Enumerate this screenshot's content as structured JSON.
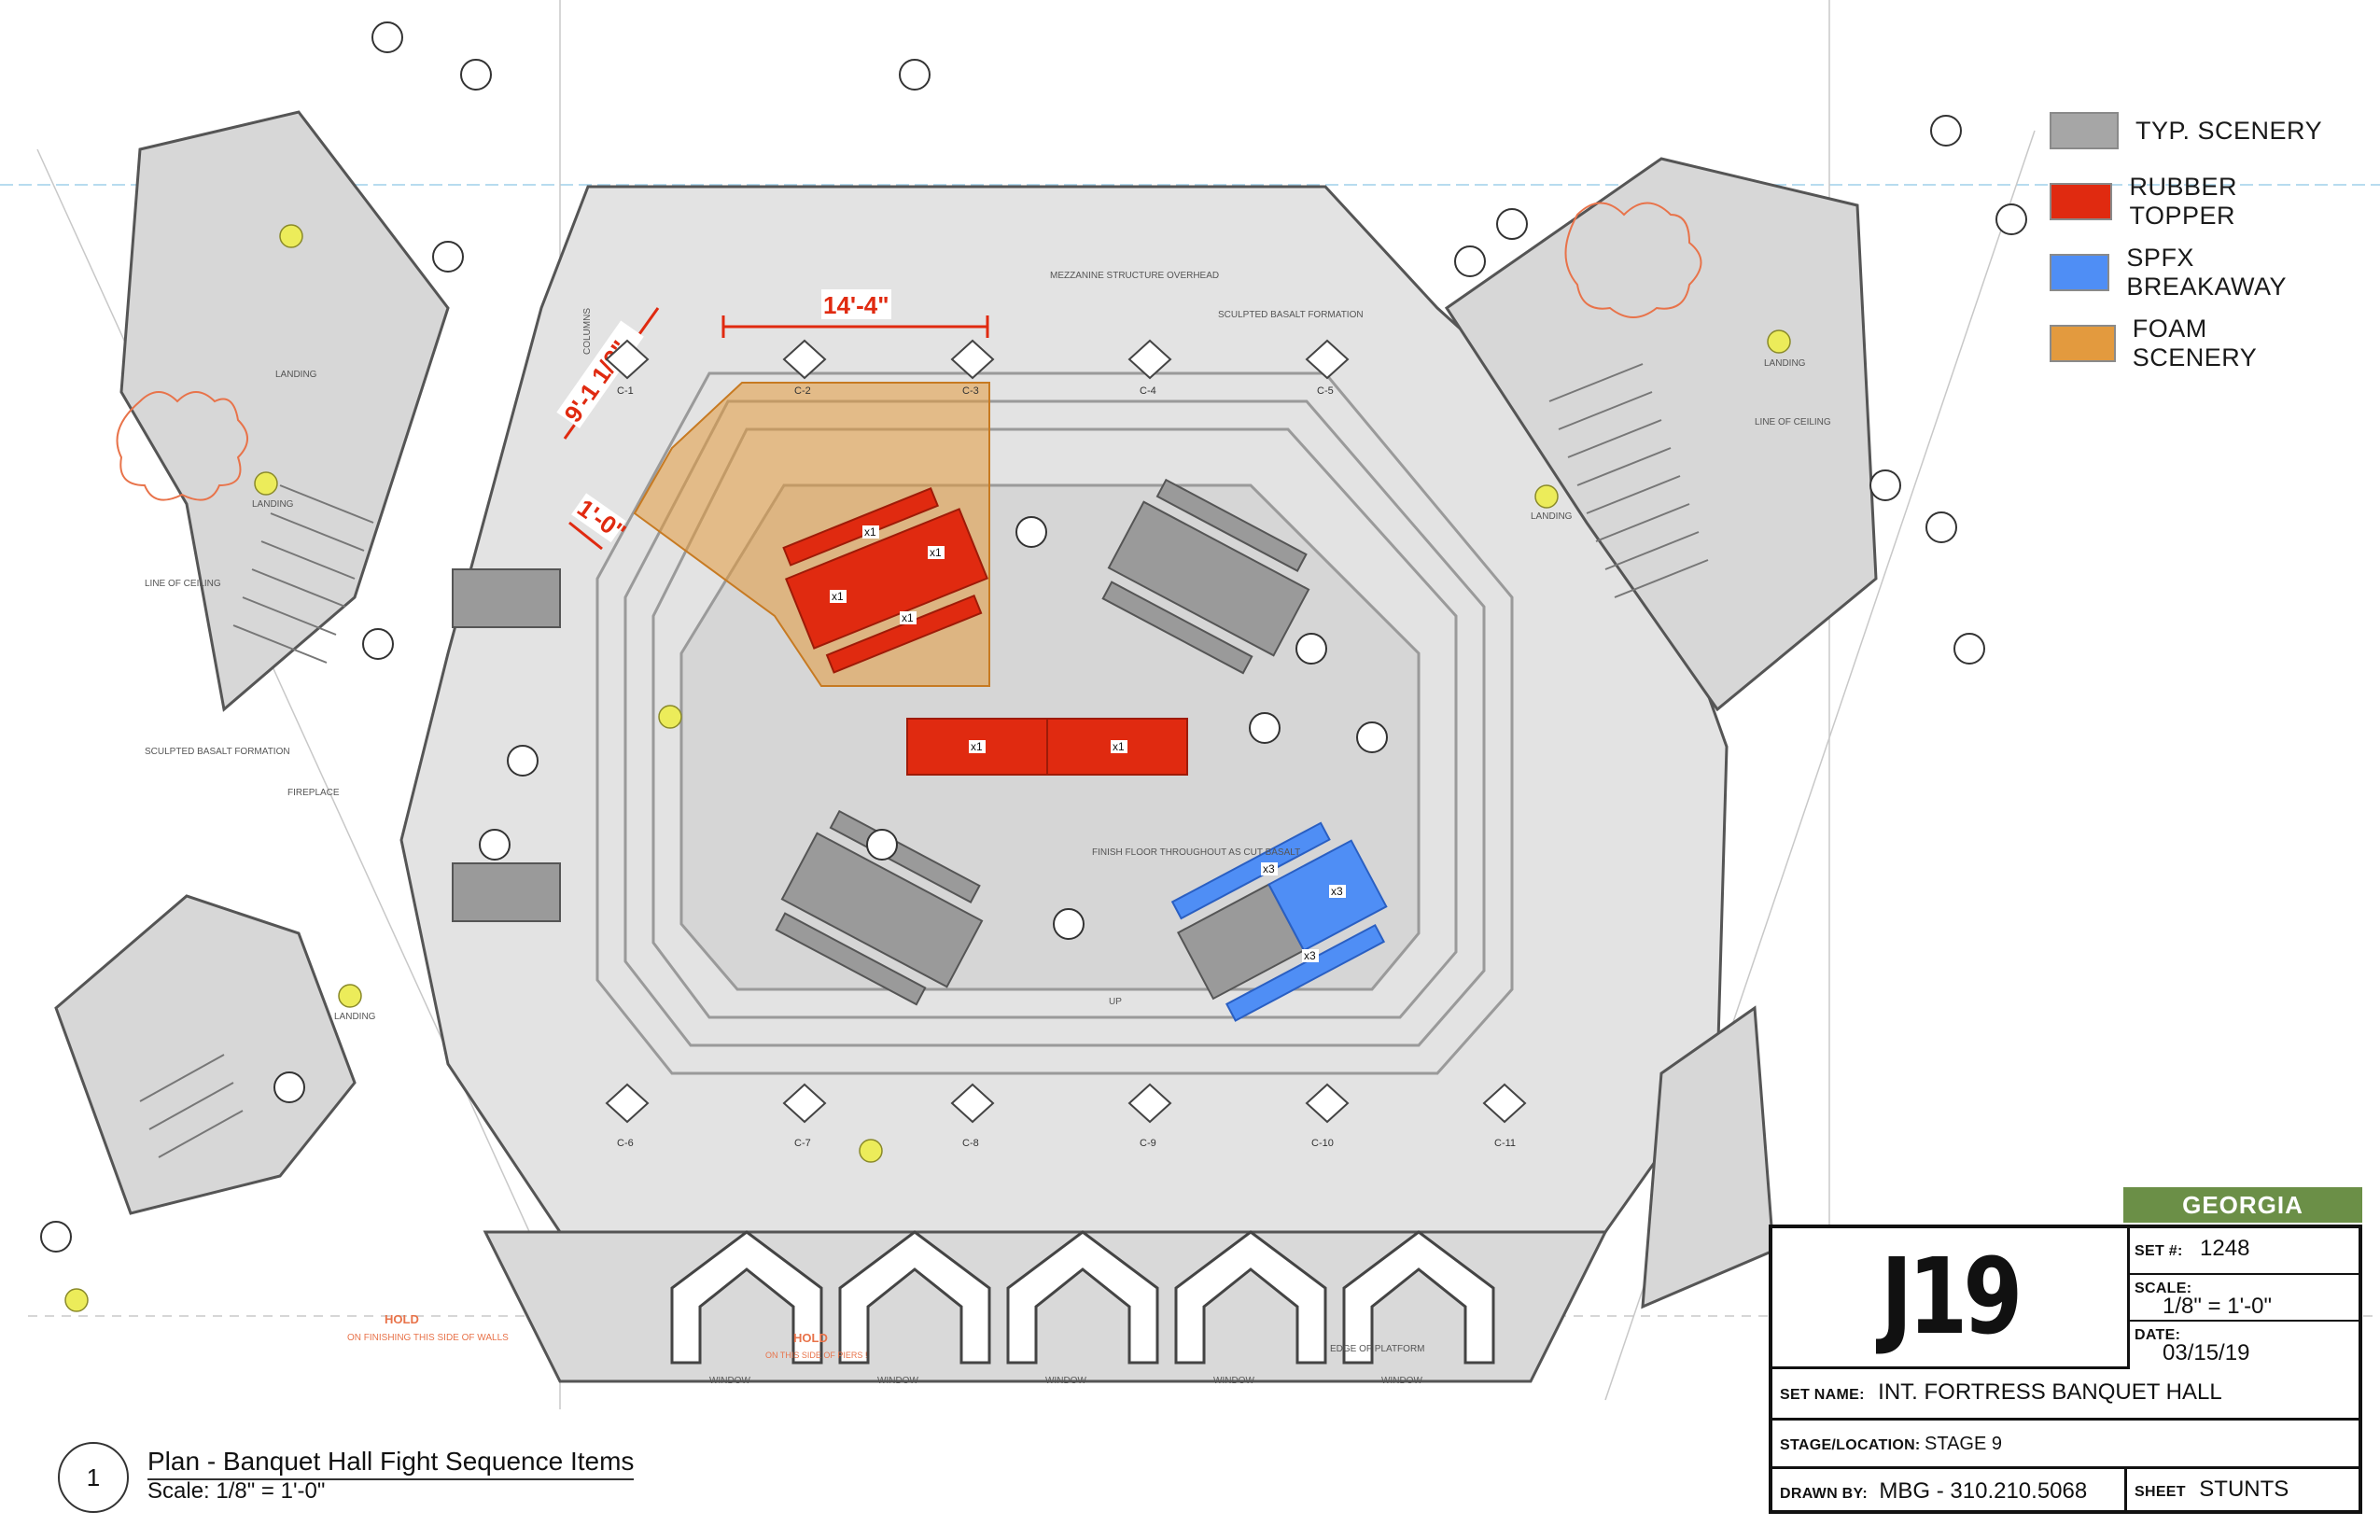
{
  "legend": [
    {
      "label": "TYP. SCENERY",
      "color": "#a6a6a6"
    },
    {
      "label": "RUBBER TOPPER",
      "color": "#e02a10"
    },
    {
      "label": "SPFX BREAKAWAY",
      "color": "#4f8ef5"
    },
    {
      "label": "FOAM SCENERY",
      "color": "#e39a3e"
    }
  ],
  "dimensions": {
    "span": "14'-4\"",
    "diagonal": "9'-1 1/2\"",
    "offset": "1'-0\""
  },
  "column_labels": [
    "C-1",
    "C-2",
    "C-3",
    "C-4",
    "C-5",
    "C-6",
    "C-7",
    "C-8",
    "C-9",
    "C-10",
    "C-11"
  ],
  "quantity_tags": {
    "x1": "x1",
    "x3": "x3"
  },
  "notes": {
    "mezzanine": "MEZZANINE STRUCTURE OVERHEAD",
    "basalt": "SCULPTED BASALT FORMATION",
    "finish_floor": "FINISH FLOOR THROUGHOUT AS CUT BASALT",
    "fireplace": "FIREPLACE",
    "line_of_ceiling": "LINE OF CEILING",
    "landing": "LANDING",
    "window": "WINDOW",
    "edge_of_platform": "EDGE OF PLATFORM",
    "hold_left": "HOLD",
    "hold_left_sub": "ON FINISHING THIS SIDE OF WALLS",
    "hold_center": "HOLD",
    "hold_center_sub": "ON THIS SIDE OF PIERS !",
    "columns": "COLUMNS",
    "up": "UP"
  },
  "title_block": {
    "region": "GEORGIA",
    "set_code": "J19",
    "set_num_label": "SET #:",
    "set_num": "1248",
    "scale_label": "SCALE:",
    "scale": "1/8\" = 1'-0\"",
    "date_label": "DATE:",
    "date": "03/15/19",
    "set_name_label": "SET NAME:",
    "set_name": "INT. FORTRESS BANQUET HALL",
    "stage_label": "STAGE/LOCATION:",
    "stage": "STAGE 9",
    "drawn_by_label": "DRAWN BY:",
    "drawn_by": "MBG - 310.210.5068",
    "sheet_label": "SHEET",
    "sheet": "STUNTS"
  },
  "caption": {
    "number": "1",
    "title": "Plan - Banquet Hall Fight Sequence Items",
    "scale": "Scale: 1/8\" = 1'-0\""
  }
}
